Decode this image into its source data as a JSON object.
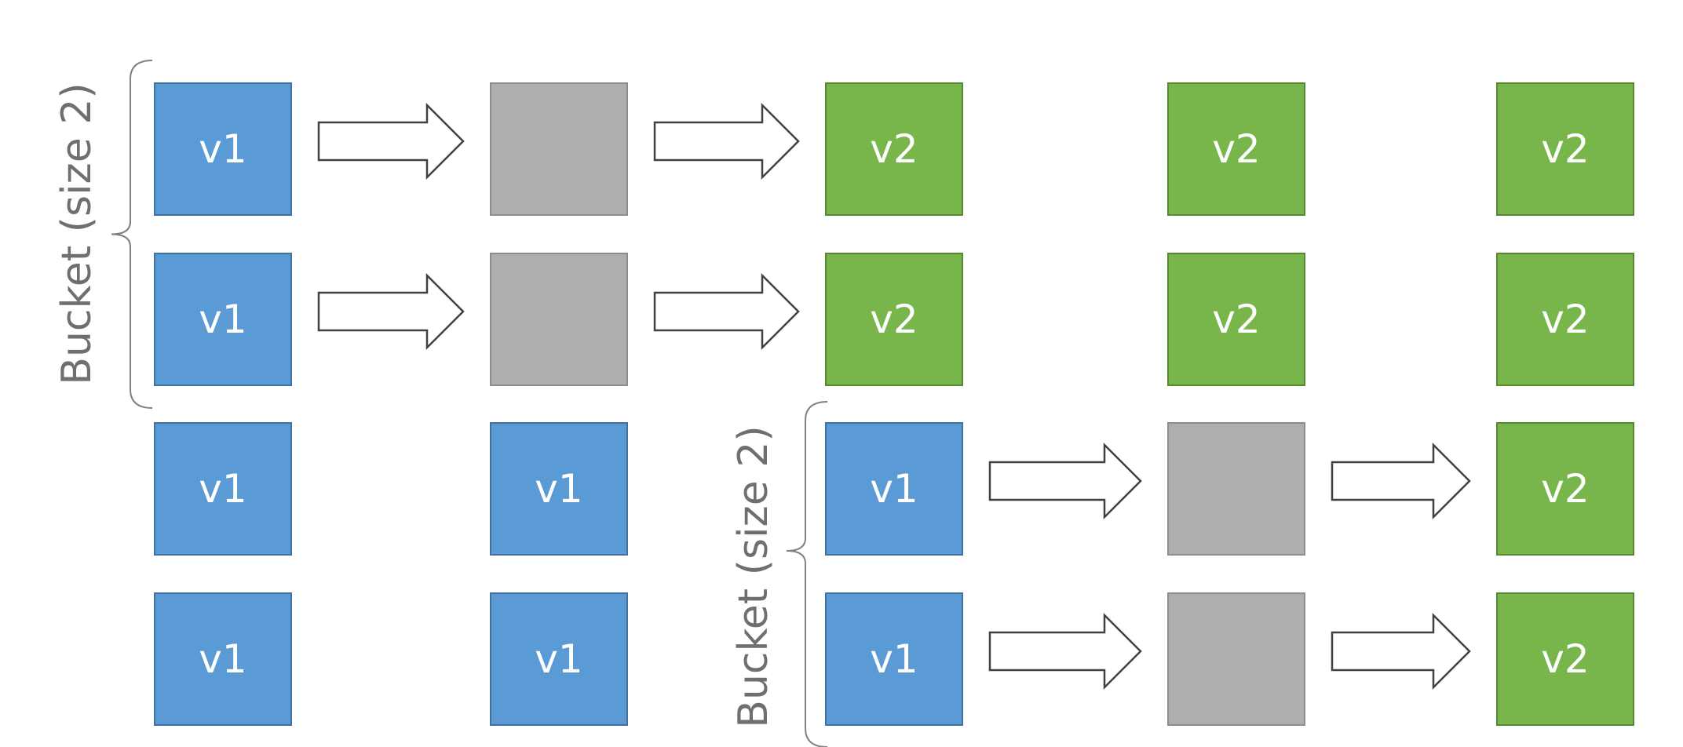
{
  "diagram": {
    "bucket_label": "Bucket (size 2)",
    "boxes": [
      {
        "row": 0,
        "col": 0,
        "state": "v1",
        "label": "v1"
      },
      {
        "row": 0,
        "col": 1,
        "state": "transition",
        "label": ""
      },
      {
        "row": 0,
        "col": 2,
        "state": "v2",
        "label": "v2"
      },
      {
        "row": 0,
        "col": 3,
        "state": "v2",
        "label": "v2"
      },
      {
        "row": 0,
        "col": 4,
        "state": "v2",
        "label": "v2"
      },
      {
        "row": 1,
        "col": 0,
        "state": "v1",
        "label": "v1"
      },
      {
        "row": 1,
        "col": 1,
        "state": "transition",
        "label": ""
      },
      {
        "row": 1,
        "col": 2,
        "state": "v2",
        "label": "v2"
      },
      {
        "row": 1,
        "col": 3,
        "state": "v2",
        "label": "v2"
      },
      {
        "row": 1,
        "col": 4,
        "state": "v2",
        "label": "v2"
      },
      {
        "row": 2,
        "col": 0,
        "state": "v1",
        "label": "v1"
      },
      {
        "row": 2,
        "col": 1,
        "state": "v1",
        "label": "v1"
      },
      {
        "row": 2,
        "col": 2,
        "state": "v1",
        "label": "v1"
      },
      {
        "row": 2,
        "col": 3,
        "state": "transition",
        "label": ""
      },
      {
        "row": 2,
        "col": 4,
        "state": "v2",
        "label": "v2"
      },
      {
        "row": 3,
        "col": 0,
        "state": "v1",
        "label": "v1"
      },
      {
        "row": 3,
        "col": 1,
        "state": "v1",
        "label": "v1"
      },
      {
        "row": 3,
        "col": 2,
        "state": "v1",
        "label": "v1"
      },
      {
        "row": 3,
        "col": 3,
        "state": "transition",
        "label": ""
      },
      {
        "row": 3,
        "col": 4,
        "state": "v2",
        "label": "v2"
      }
    ],
    "arrows": [
      {
        "row": 0,
        "from_col": 0,
        "to_col": 1
      },
      {
        "row": 0,
        "from_col": 1,
        "to_col": 2
      },
      {
        "row": 1,
        "from_col": 0,
        "to_col": 1
      },
      {
        "row": 1,
        "from_col": 1,
        "to_col": 2
      },
      {
        "row": 2,
        "from_col": 2,
        "to_col": 3
      },
      {
        "row": 2,
        "from_col": 3,
        "to_col": 4
      },
      {
        "row": 3,
        "from_col": 2,
        "to_col": 3
      },
      {
        "row": 3,
        "from_col": 3,
        "to_col": 4
      }
    ],
    "buckets": [
      {
        "label": "Bucket (size 2)",
        "rows": [
          0,
          1
        ],
        "before_col": 0
      },
      {
        "label": "Bucket (size 2)",
        "rows": [
          2,
          3
        ],
        "before_col": 2
      }
    ],
    "colors": {
      "v1": "#5b9bd5",
      "transition": "#adafae",
      "v2": "#78b54b"
    }
  }
}
